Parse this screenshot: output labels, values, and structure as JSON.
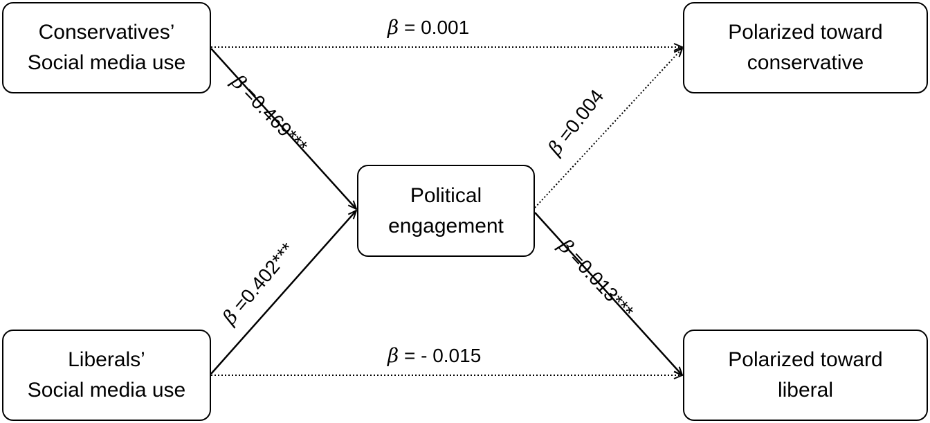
{
  "nodes": {
    "conservatives_use": {
      "line1": "Conservatives’",
      "line2": "Social media use"
    },
    "liberals_use": {
      "line1": "Liberals’",
      "line2": "Social media use"
    },
    "political_engagement": {
      "line1": "Political",
      "line2": "engagement"
    },
    "polarized_conservative": {
      "line1": "Polarized toward",
      "line2": "conservative"
    },
    "polarized_liberal": {
      "line1": "Polarized toward",
      "line2": "liberal"
    }
  },
  "paths": {
    "symbol": "β",
    "cons_direct": {
      "value": " = 0.001",
      "style": "dotted"
    },
    "lib_direct": {
      "value": " = - 0.015",
      "style": "dotted"
    },
    "cons_to_engagement": {
      "value": " =0.469***",
      "style": "solid"
    },
    "lib_to_engagement": {
      "value": " =0.402***",
      "style": "solid"
    },
    "engagement_to_cons": {
      "value": " =0.004",
      "style": "dotted"
    },
    "engagement_to_lib": {
      "value": " =0.013***",
      "style": "solid"
    }
  },
  "colors": {
    "stroke": "#000000",
    "background": "#ffffff"
  }
}
